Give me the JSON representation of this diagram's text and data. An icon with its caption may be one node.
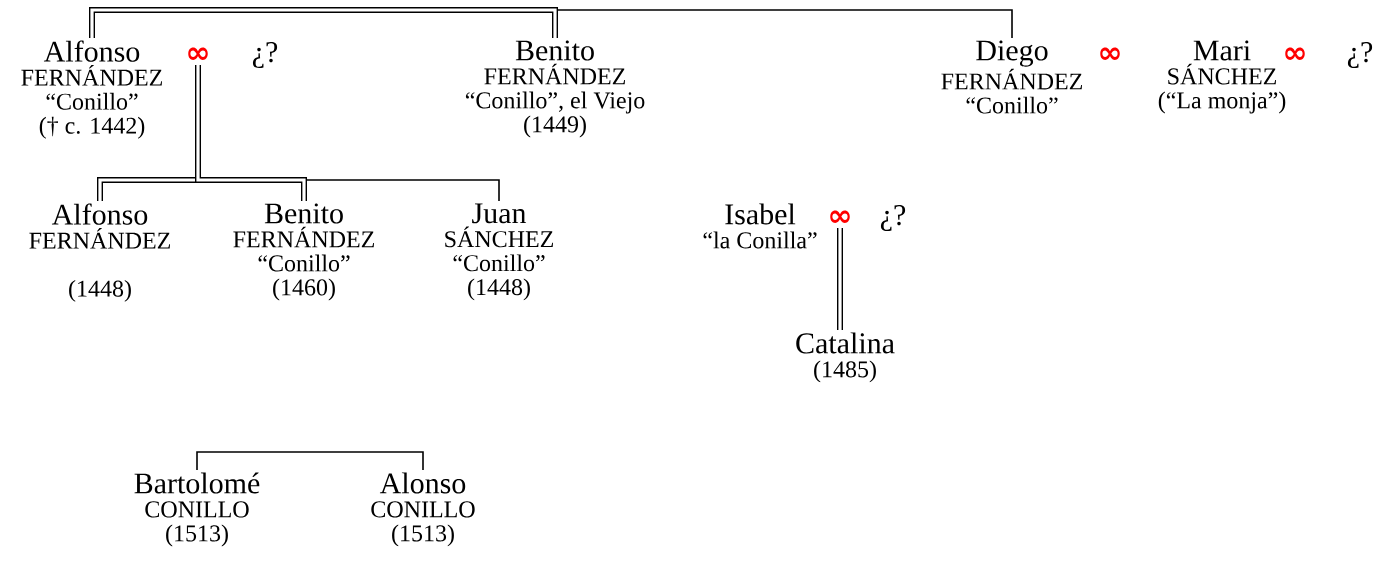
{
  "diagram": {
    "nodes": [
      {
        "text": [
          "Alfonso",
          "FERNÁNDEZ",
          "“Conillo”",
          "(† c. 1442)"
        ]
      },
      {
        "text": [
          "∞"
        ]
      },
      {
        "text": [
          "¿?"
        ]
      },
      {
        "text": [
          "Benito",
          "FERNÁNDEZ",
          "“Conillo”, el Viejo",
          "(1449)"
        ]
      },
      {
        "text": [
          "Diego",
          "FERNÁNDEZ",
          "“Conillo”"
        ]
      },
      {
        "text": [
          "∞"
        ]
      },
      {
        "text": [
          "Mari",
          "SÁNCHEZ",
          "(“La monja”)"
        ]
      },
      {
        "text": [
          "∞"
        ]
      },
      {
        "text": [
          "¿?"
        ]
      },
      {
        "text": [
          "Alfonso",
          "FERNÁNDEZ",
          "(1448)"
        ]
      },
      {
        "text": [
          "Benito",
          "FERNÁNDEZ",
          "“Conillo”",
          "(1460)"
        ]
      },
      {
        "text": [
          "Juan",
          "SÁNCHEZ",
          "“Conillo”",
          "(1448)"
        ]
      },
      {
        "text": [
          "Isabel",
          "“la Conilla”"
        ]
      },
      {
        "text": [
          "∞"
        ]
      },
      {
        "text": [
          "¿?"
        ]
      },
      {
        "text": [
          "Catalina",
          "(1485)"
        ]
      },
      {
        "text": [
          "Bartolomé",
          "CONILLO",
          "(1513)"
        ]
      },
      {
        "text": [
          "Alonso",
          "CONILLO",
          "(1513)"
        ]
      }
    ],
    "edges": [
      {
        "from": 0,
        "to": 3,
        "arrow": "none"
      },
      {
        "from": 3,
        "to": 4,
        "arrow": "none"
      },
      {
        "from": 1,
        "to": 9,
        "arrow": "none"
      },
      {
        "from": 1,
        "to": 10,
        "arrow": "none"
      },
      {
        "from": 1,
        "to": 11,
        "arrow": "none"
      },
      {
        "from": 13,
        "to": 15,
        "arrow": "none"
      },
      {
        "from": 16,
        "to": 17,
        "arrow": "none"
      }
    ]
  }
}
